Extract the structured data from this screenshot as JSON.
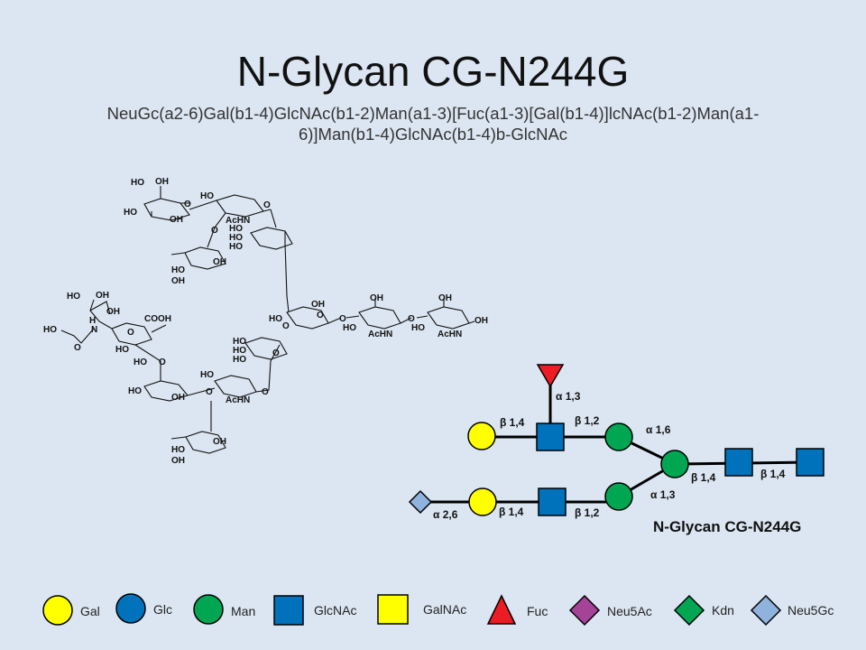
{
  "title": "N-Glycan CG-N244G",
  "iupac": "NeuGc(a2-6)Gal(b1-4)GlcNAc(b1-2)Man(a1-3)[Fuc(a1-3)[Gal(b1-4)]lcNAc(b1-2)Man(a1-6)]Man(b1-4)GlcNAc(b1-4)b-GlcNAc",
  "structure_labels": {
    "ho": "HO",
    "oh": "OH",
    "o": "O",
    "achn": "AcHN",
    "cooh": "COOH",
    "h": "H",
    "n": "N"
  },
  "cartoon": {
    "caption": "N-Glycan CG-N244G",
    "linkages": {
      "fuc_a13": "α 1,3",
      "gal_b14_top": "β 1,4",
      "glcnac_b12_top": "β 1,2",
      "man_a16": "α 1,6",
      "man_a13": "α 1,3",
      "man_b14": "β 1,4",
      "glcnac_b14": "β 1,4",
      "neugc_a26": "α 2,6",
      "gal_b14_bottom": "β 1,4",
      "glcnac_b12_bottom": "β 1,2"
    }
  },
  "colors": {
    "gal": "#ffff00",
    "glc": "#0072bc",
    "man": "#00a651",
    "glcnac": "#0072bc",
    "galnac": "#ffff00",
    "fuc": "#ed1c24",
    "neu5ac": "#a54399",
    "kdn": "#00a651",
    "neu5gc": "#8fb3dd"
  },
  "legend": {
    "gal": "Gal",
    "glc": "Glc",
    "man": "Man",
    "glcnac": "GlcNAc",
    "galnac": "GalNAc",
    "fuc": "Fuc",
    "neu5ac": "Neu5Ac",
    "kdn": "Kdn",
    "neu5gc": "Neu5Gc"
  }
}
